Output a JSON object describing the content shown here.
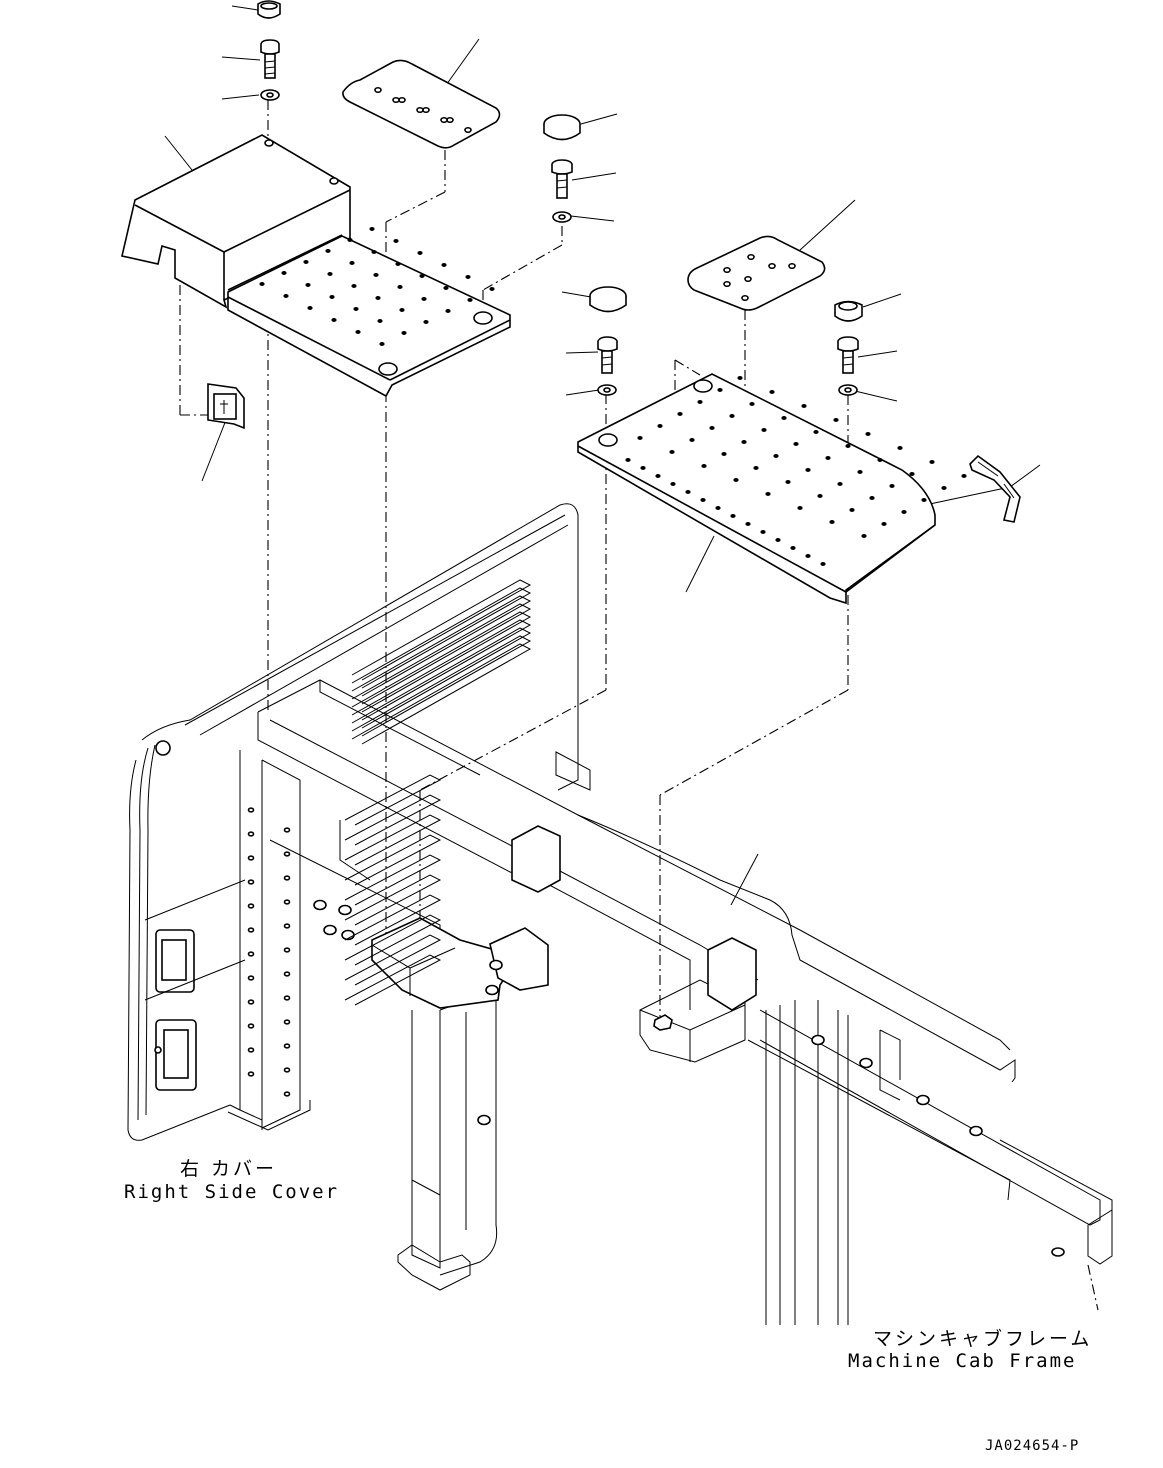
{
  "labels": {
    "right_side_cover_jp": "右 カバー",
    "right_side_cover_en": "Right Side Cover",
    "machine_cab_frame_jp": "マシンキャブフレーム",
    "machine_cab_frame_en": "Machine Cab Frame",
    "figure_id": "JA024654-P"
  }
}
